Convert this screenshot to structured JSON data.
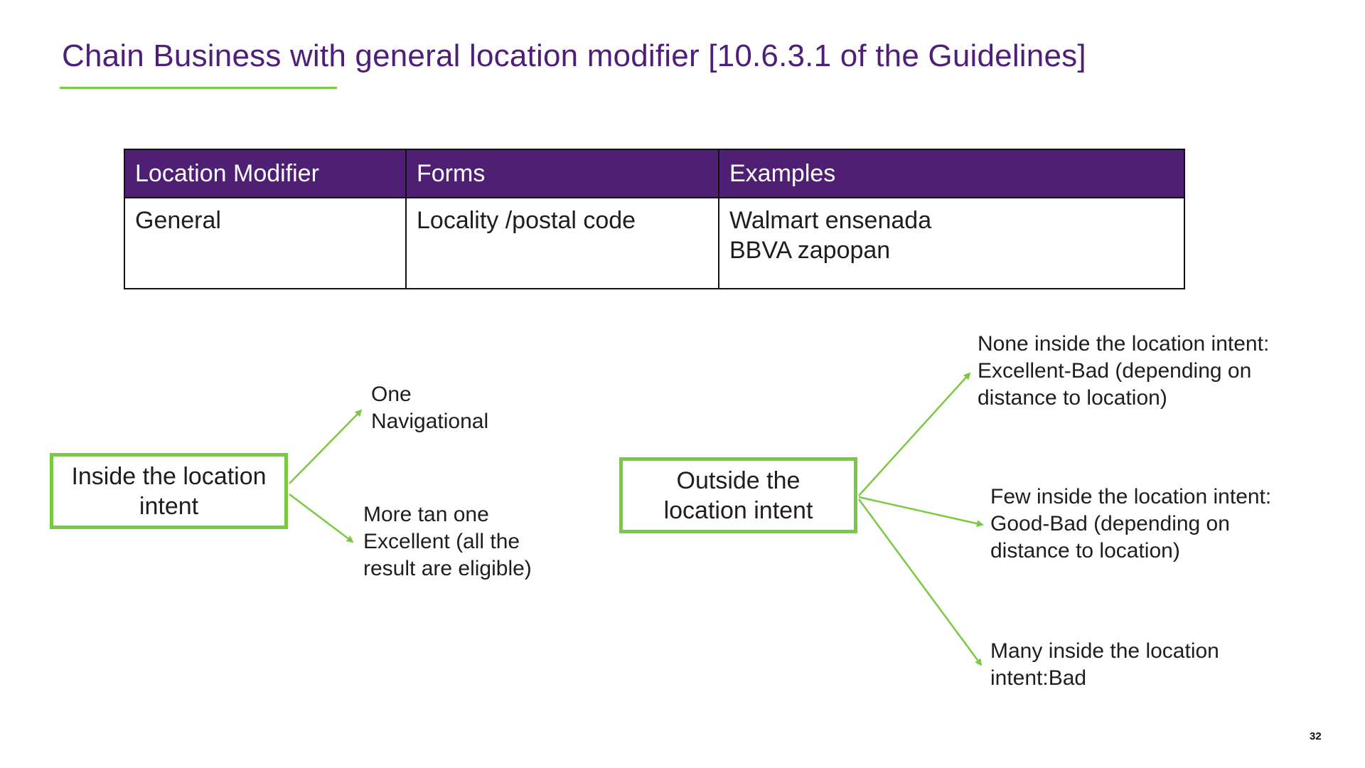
{
  "slide": {
    "title": "Chain Business with general location modifier [10.6.3.1 of the Guidelines]",
    "page_number": "32",
    "colors": {
      "title": "#4e1f7a",
      "table_header_bg": "#4e1f72",
      "accent_green": "#7ac943"
    }
  },
  "table": {
    "headers": [
      "Location Modifier",
      "Forms",
      "Examples"
    ],
    "row": {
      "modifier": "General",
      "forms": "Locality /postal code",
      "examples": [
        "Walmart ensenada",
        "BBVA zapopan"
      ]
    }
  },
  "diagram": {
    "inside": {
      "box_lines": [
        "Inside the location",
        "intent"
      ],
      "one": [
        "One",
        "Navigational"
      ],
      "more": [
        "More tan one",
        "Excellent (all the",
        "result are eligible)"
      ]
    },
    "outside": {
      "box_lines": [
        "Outside the",
        "location intent"
      ],
      "none": [
        "None inside the location intent:",
        "Excellent-Bad (depending on",
        "distance to location)"
      ],
      "few": [
        "Few inside the location intent:",
        "Good-Bad (depending on",
        "distance to location)"
      ],
      "many": [
        "Many inside the location",
        "intent:Bad"
      ]
    }
  }
}
